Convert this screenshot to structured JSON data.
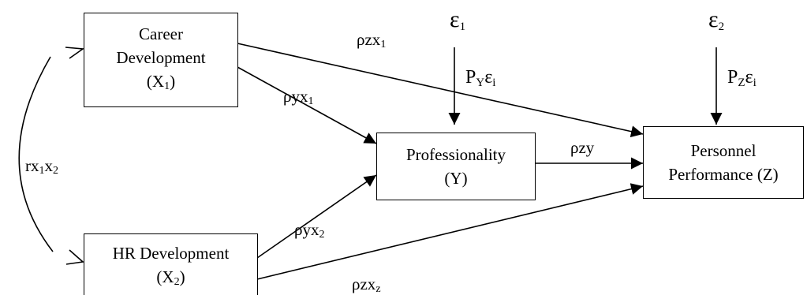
{
  "nodes": {
    "x1": {
      "line1": "Career",
      "line2": "Development",
      "symbol": "(X",
      "sub": "1",
      "close": ")"
    },
    "x2": {
      "line1": "HR Development",
      "symbol": "(X",
      "sub": "2",
      "close": ")"
    },
    "y": {
      "line1": "Professionality",
      "line2": "(Y)"
    },
    "z": {
      "line1": "Personnel",
      "line2": "Performance (Z)"
    }
  },
  "paths": {
    "rho_zx1": {
      "base": "ρzx",
      "sub": "1"
    },
    "rho_yx1": {
      "base": "ρyx",
      "sub": "1"
    },
    "rho_zy": {
      "base": "ρzy"
    },
    "rho_yx2": {
      "base": "ρyx",
      "sub": "2"
    },
    "rho_zxz": {
      "base": "ρzx",
      "sub": "z"
    },
    "r_x1x2": {
      "a": "rx",
      "sub1": "1",
      "b": "x",
      "sub2": "2"
    }
  },
  "errors": {
    "e1": {
      "base": "ε",
      "sub": "1",
      "path_base": "P",
      "path_sub": "Y",
      "path_end": "ε",
      "path_end_sub": "i"
    },
    "e2": {
      "base": "ε",
      "sub": "2",
      "path_base": "P",
      "path_sub": "Z",
      "path_end": "ε",
      "path_end_sub": "i"
    }
  }
}
